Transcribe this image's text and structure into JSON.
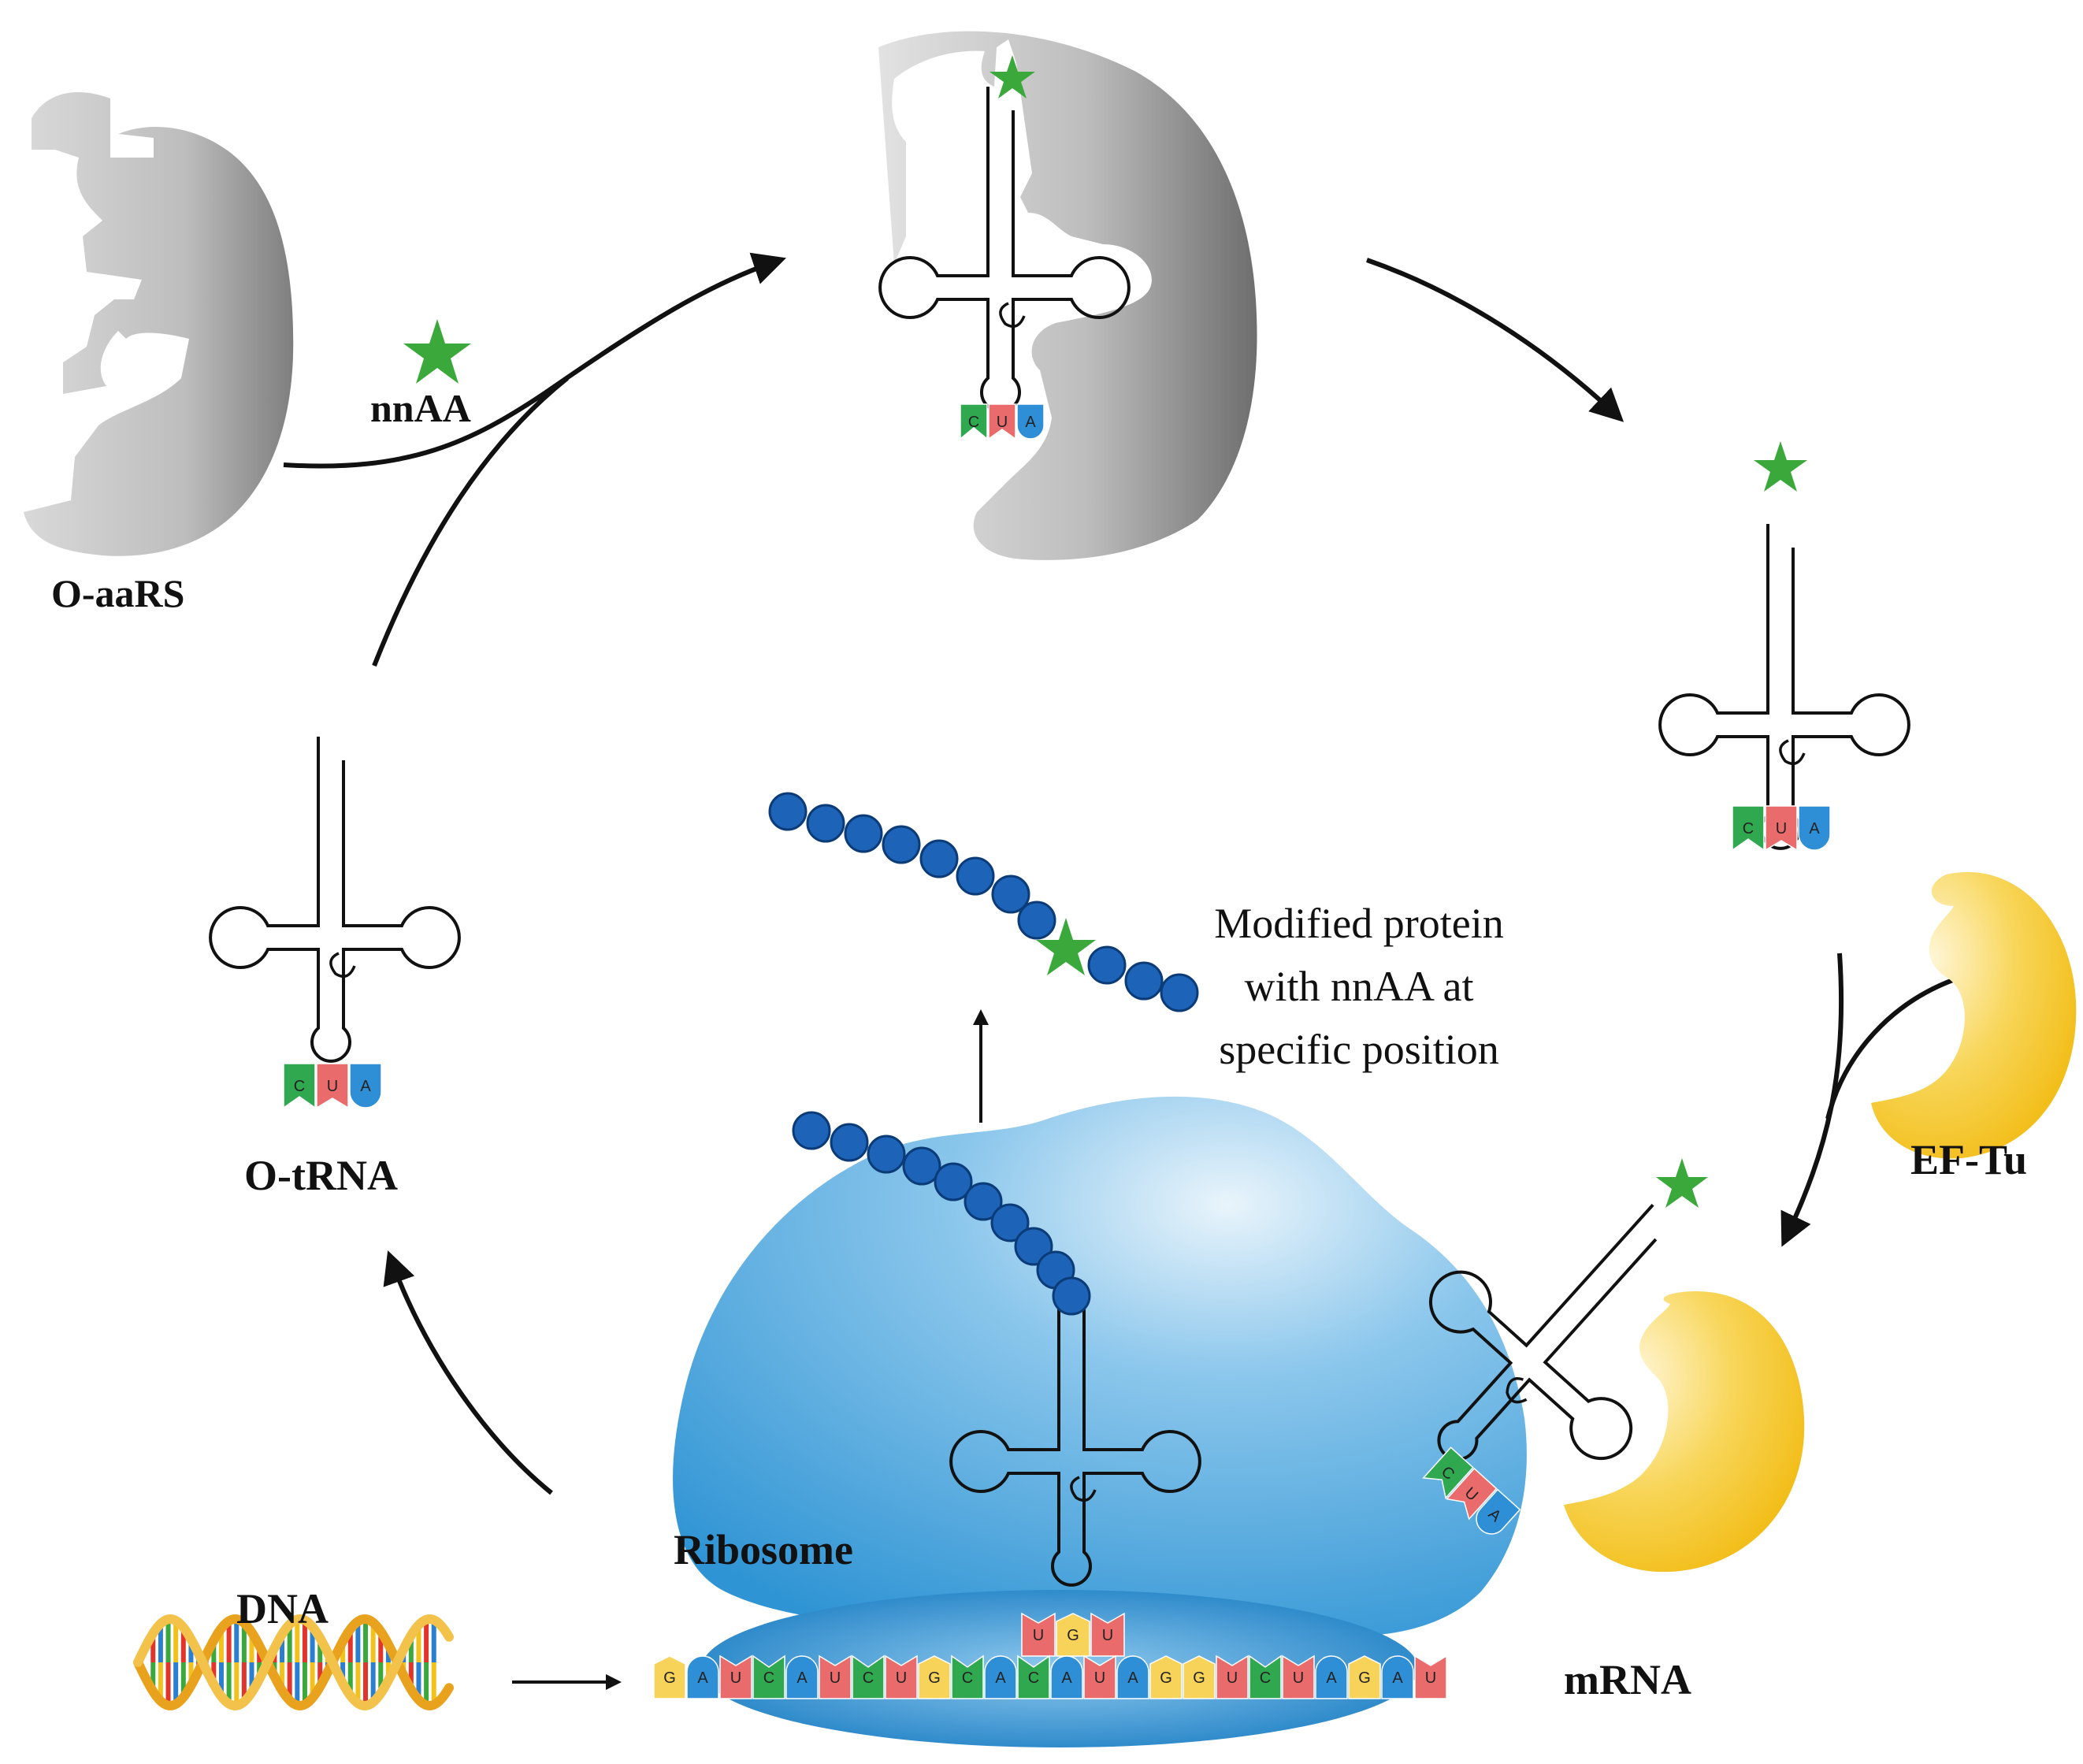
{
  "labels": {
    "o_aars": "O-aaRS",
    "nnaa": "nnAA",
    "o_trna": "O-tRNA",
    "ef_tu": "EF-Tu",
    "ribosome": "Ribosome",
    "dna": "DNA",
    "mrna": "mRNA",
    "protein_line1": "Modified protein",
    "protein_line2": "with nnAA at",
    "protein_line3": "specific position"
  },
  "anticodon": [
    "C",
    "U",
    "A"
  ],
  "codon_in_ribosome": [
    "U",
    "G",
    "U"
  ],
  "mrna_sequence": [
    "G",
    "A",
    "U",
    "C",
    "A",
    "U",
    "C",
    "U",
    "G",
    "C",
    "A",
    "C",
    "A",
    "U",
    "A",
    "G",
    "G",
    "U",
    "C",
    "U",
    "A",
    "G",
    "A",
    "U"
  ],
  "colors": {
    "A": "#2e8fd6",
    "U": "#e96b6b",
    "C": "#2fa84f",
    "G": "#f7d35a",
    "star": "#3aa83a",
    "protein_bead": "#1d63b8",
    "ribosome": "#4aa6dd",
    "ef_tu": "#f5c418",
    "enzyme_gray": "#9a9a9a"
  }
}
